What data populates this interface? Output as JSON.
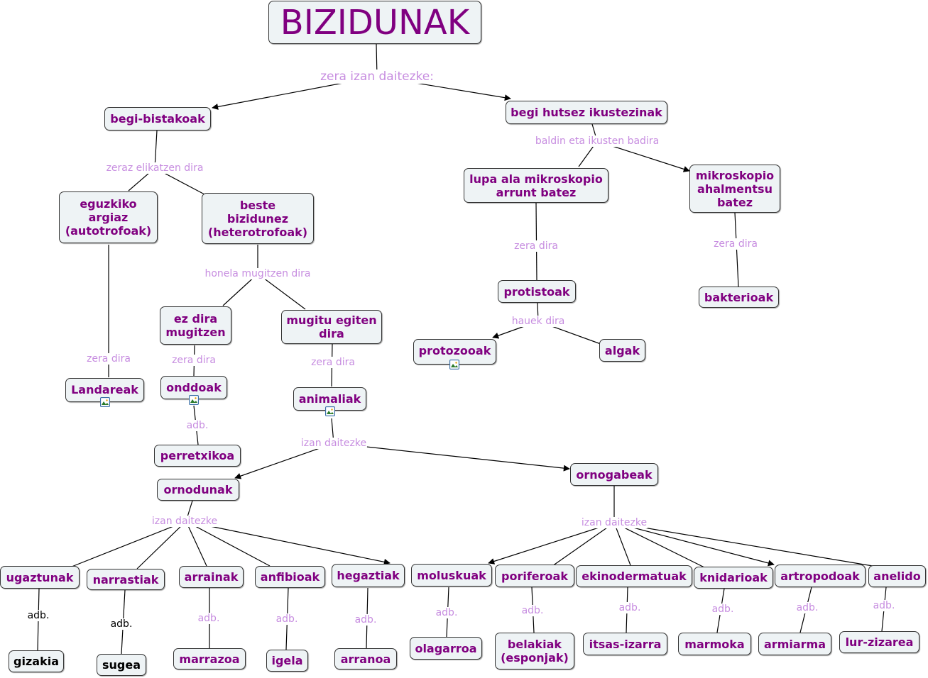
{
  "nodes": {
    "bizidunak": "BIZIDUNAK",
    "begi_bistakoak": "begi-bistakoak",
    "begi_hutsez": "begi hutsez ikustezinak",
    "eguzkiko": "eguzkiko\nargiaz\n(autotrofoak)",
    "beste": "beste\nbizidunez\n(heterotrofoak)",
    "lupa": "lupa ala mikroskopio\narrunt batez",
    "mikroskopio": "mikroskopio\nahalmentsu\nbatez",
    "ez_dira": "ez dira\nmugitzen",
    "mugitu": "mugitu egiten\ndira",
    "protistoak": "protistoak",
    "bakterioak": "bakterioak",
    "protozooak": "protozooak",
    "algak": "algak",
    "landareak": "Landareak",
    "onddoak": "onddoak",
    "animaliak": "animaliak",
    "perretxikoa": "perretxikoa",
    "ornodunak": "ornodunak",
    "ornogabeak": "ornogabeak",
    "ugaztunak": "ugaztunak",
    "narrastiak": "narrastiak",
    "arrainak": "arrainak",
    "anfibioak": "anfibioak",
    "hegaztiak": "hegaztiak",
    "moluskuak": "moluskuak",
    "poriferoak": "poriferoak",
    "ekinodermatuak": "ekinodermatuak",
    "knidarioak": "knidarioak",
    "artropodoak": "artropodoak",
    "anelido": "anelido",
    "gizakia": "gizakia",
    "sugea": "sugea",
    "marrazoa": "marrazoa",
    "igela": "igela",
    "arranoa": "arranoa",
    "olagarroa": "olagarroa",
    "belakiak": "belakiak\n(esponjak)",
    "itsas_izarra": "itsas-izarra",
    "marmoka": "marmoka",
    "armiarma": "armiarma",
    "lur_zizarea": "lur-zizarea"
  },
  "links": {
    "zera_izan": "zera izan daitezke:",
    "baldin": "baldin eta ikusten badira",
    "zeraz": "zeraz elikatzen dira",
    "zera_dira_lupa": "zera dira",
    "zera_dira_mikro": "zera dira",
    "honela": "honela mugitzen dira",
    "hauek": "hauek dira",
    "zera_dira_eguz": "zera dira",
    "zera_dira_ez": "zera dira",
    "zera_dira_mug": "zera dira",
    "adb_onddo": "adb.",
    "izan_anim": "izan daitezke",
    "izan_orno": "izan daitezke",
    "izan_ornog": "izan daitezke",
    "adb_ugaz": "adb.",
    "adb_narr": "adb.",
    "adb_arr": "adb.",
    "adb_anf": "adb.",
    "adb_heg": "adb.",
    "adb_mol": "adb.",
    "adb_por": "adb.",
    "adb_eki": "adb.",
    "adb_kni": "adb.",
    "adb_art": "adb.",
    "adb_ane": "adb."
  },
  "colors": {
    "concept": "#800080",
    "link_label": "#c78de0",
    "node_bg": "#eef3f5",
    "line": "#000000"
  },
  "icons": {
    "attachment": "image-icon"
  }
}
